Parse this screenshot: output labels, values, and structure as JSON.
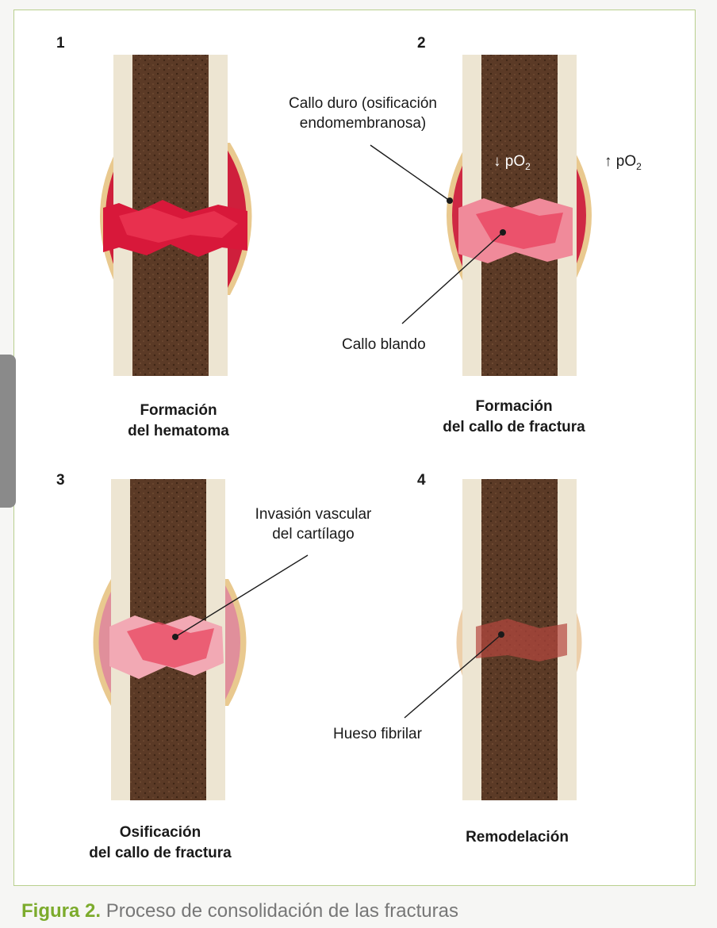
{
  "panels": [
    {
      "number": "1",
      "title_line1": "Formación",
      "title_line2": "del hematoma"
    },
    {
      "number": "2",
      "title_line1": "Formación",
      "title_line2": "del callo de fractura"
    },
    {
      "number": "3",
      "title_line1": "Osificación",
      "title_line2": "del callo de fractura"
    },
    {
      "number": "4",
      "title_line1": "Remodelación",
      "title_line2": ""
    }
  ],
  "annotations": {
    "hard_callus_line1": "Callo duro (osificación",
    "hard_callus_line2": "endomembranosa)",
    "soft_callus": "Callo blando",
    "low_po2_arrow": "↓",
    "high_po2_arrow": "↑",
    "po2_text": "pO",
    "po2_sub": "2",
    "vascular_line1": "Invasión vascular",
    "vascular_line2": "del cartílago",
    "woven_bone": "Hueso fibrilar"
  },
  "caption": {
    "figure_label": "Figura 2.",
    "text": " Proceso de consolidación de las fracturas"
  },
  "colors": {
    "accent_green": "#7cab2c",
    "bone_marrow": "#5b3a26",
    "cortex": "#ede5d2",
    "hematoma": "#d21b3a",
    "callus_pink": "#ef6a80"
  }
}
